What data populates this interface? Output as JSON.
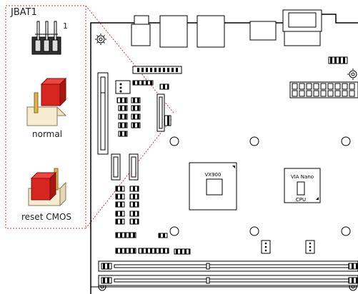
{
  "callout": {
    "header": "JBAT1",
    "pin_one": "1",
    "normal_label": "normal",
    "reset_label": "reset CMOS"
  },
  "board": {
    "northbridge_label": "VX900",
    "cpu_label_top": "VIA Nano",
    "cpu_label_bottom": "CPU"
  },
  "colors": {
    "jumper_cap": "#d8251f",
    "jumper_pin": "#e0b24a",
    "callout_border": "#d63b3b",
    "board_line": "#000000"
  }
}
